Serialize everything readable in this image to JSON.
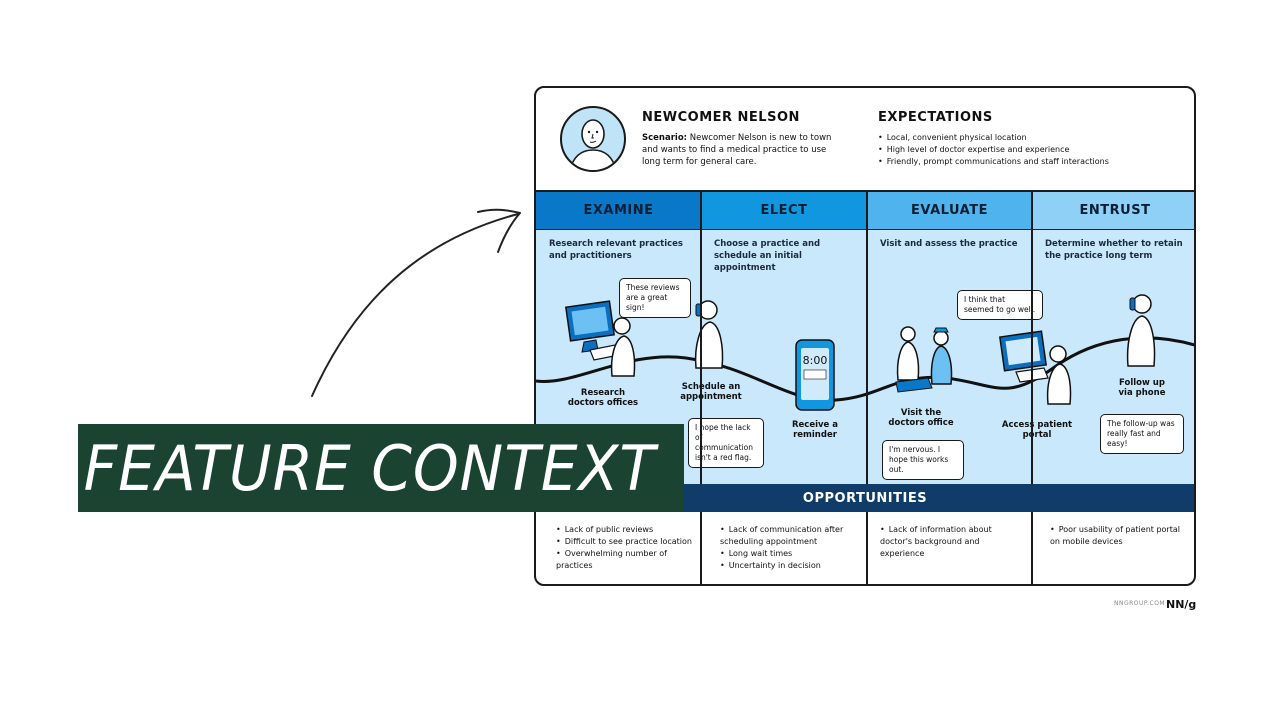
{
  "persona": {
    "name": "NEWCOMER NELSON",
    "scenario_label": "Scenario:",
    "scenario_text": "Newcomer Nelson is new to town and wants to find a medical practice to use long term for general care."
  },
  "expectations": {
    "title": "EXPECTATIONS",
    "items": [
      "Local, convenient physical location",
      "High level of doctor expertise and experience",
      "Friendly, prompt communications and staff interactions"
    ]
  },
  "stages": [
    {
      "name": "EXAMINE",
      "description": "Research relevant practices and practitioners",
      "color": "#0a78c8"
    },
    {
      "name": "ELECT",
      "description": "Choose a practice and schedule an initial appointment",
      "color": "#1196e0"
    },
    {
      "name": "EVALUATE",
      "description": "Visit and assess the practice",
      "color": "#4fb4ee"
    },
    {
      "name": "ENTRUST",
      "description": "Determine whether to retain the practice long term",
      "color": "#8fd0f7"
    }
  ],
  "actions": [
    "Research doctors offices",
    "Schedule an appointment",
    "Receive a reminder",
    "Visit the doctors office",
    "Access patient portal",
    "Follow up via phone"
  ],
  "thoughts": [
    "These reviews are a great sign!",
    "I hope the lack of communication isn't a red flag.",
    "I think that seemed to go well.",
    "I'm nervous. I hope this works out.",
    "The follow-up was really fast and easy!"
  ],
  "phone_time": "8:00",
  "opportunities": {
    "title": "OPPORTUNITIES",
    "columns": [
      [
        "Lack of public reviews",
        "Difficult to see practice location",
        "Overwhelming number of practices"
      ],
      [
        "Lack of communication after scheduling appointment",
        "Long wait times",
        "Uncertainty in decision"
      ],
      [
        "Lack of information about doctor's background and experience"
      ],
      [
        "Poor usability of patient portal on mobile devices"
      ]
    ]
  },
  "footer": {
    "credit": "NNGROUP.COM",
    "logo": "NN/g"
  },
  "banner": {
    "text": "FEATURE CONTEXT",
    "color": "#1b4332"
  },
  "colors": {
    "stage_background": "#c9e8fb",
    "opportunities_bar": "#0f3c68"
  }
}
